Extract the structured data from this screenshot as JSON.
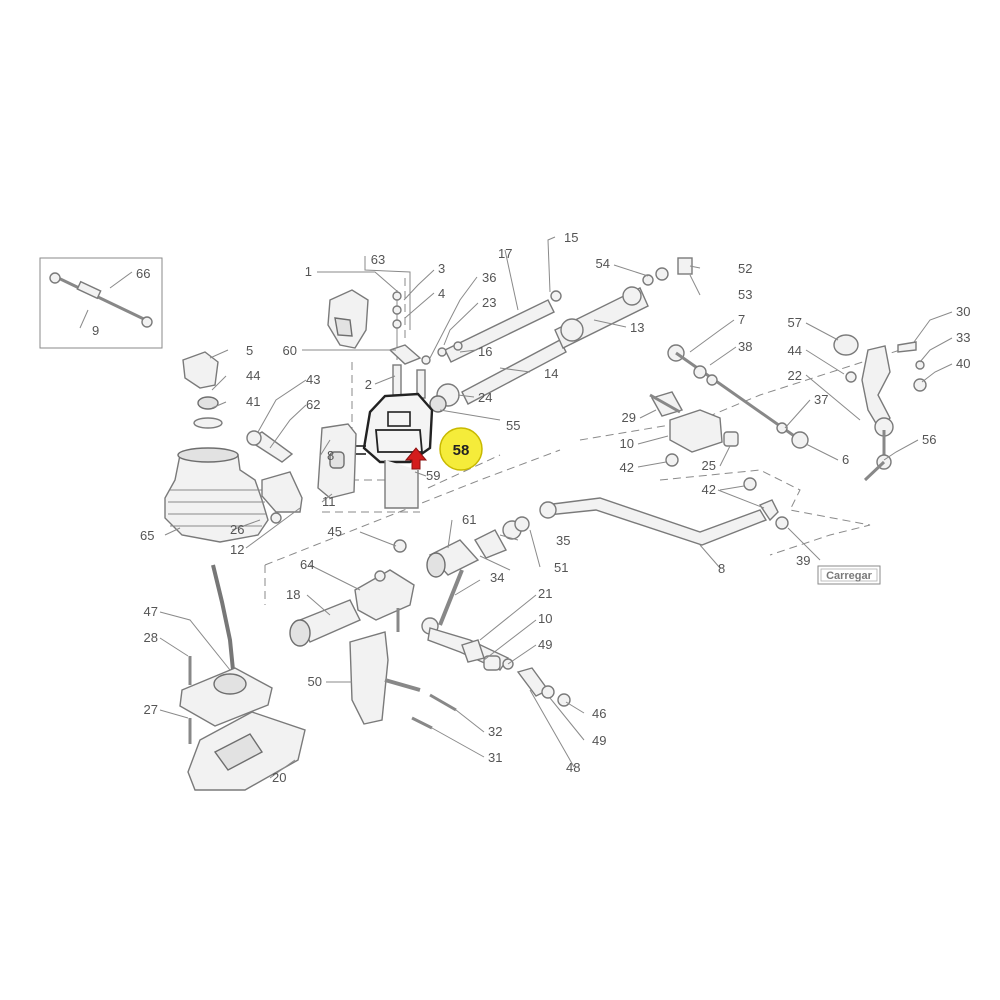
{
  "diagram": {
    "callouts": {
      "c1": "1",
      "c2": "2",
      "c3": "3",
      "c4": "4",
      "c5": "5",
      "c6": "6",
      "c7": "7",
      "c8": "8",
      "c9": "9",
      "c10": "10",
      "c10b": "10",
      "c11": "11",
      "c12": "12",
      "c13": "13",
      "c14": "14",
      "c15": "15",
      "c16": "16",
      "c17": "17",
      "c18": "18",
      "c20": "20",
      "c21": "21",
      "c22": "22",
      "c23": "23",
      "c24": "24",
      "c25": "25",
      "c26": "26",
      "c27": "27",
      "c28": "28",
      "c29": "29",
      "c30": "30",
      "c31": "31",
      "c32": "32",
      "c33": "33",
      "c34": "34",
      "c35": "35",
      "c36": "36",
      "c37": "37",
      "c38": "38",
      "c39": "39",
      "c40": "40",
      "c41": "41",
      "c42a": "42",
      "c42b": "42",
      "c43": "43",
      "c44a": "44",
      "c44b": "44",
      "c45": "45",
      "c46": "46",
      "c47": "47",
      "c48": "48",
      "c49a": "49",
      "c49b": "49",
      "c50": "50",
      "c51": "51",
      "c52": "52",
      "c53": "53",
      "c54": "54",
      "c55": "55",
      "c56": "56",
      "c57": "57",
      "c59": "59",
      "c60": "60",
      "c61": "61",
      "c62": "62",
      "c63": "63",
      "c64": "64",
      "c65": "65",
      "c66": "66",
      "c8b": "8"
    },
    "highlight": {
      "label": "58",
      "color": "#f5ec3a",
      "border": "#c8b900"
    },
    "arrow_color": "#d41c1c",
    "stamp_text": "Carregar"
  }
}
